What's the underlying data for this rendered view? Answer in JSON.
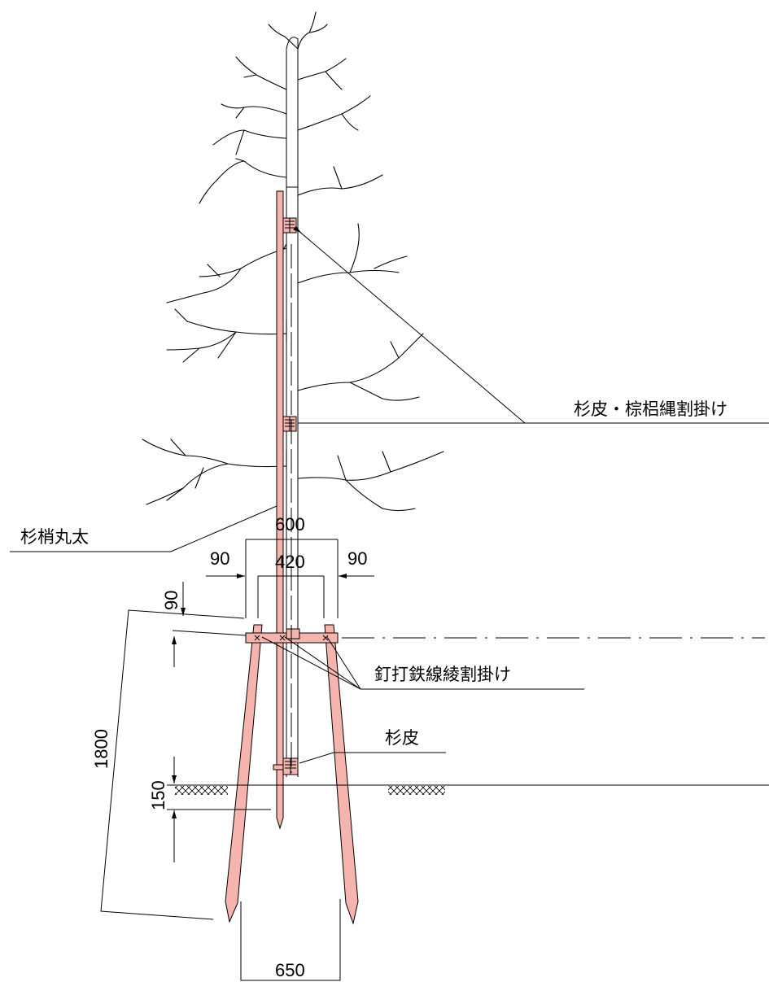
{
  "labels": {
    "sugi_kawa_shuro": "杉皮・棕梠縄割掛け",
    "sugi_kozue_maruta": "杉梢丸太",
    "kugiuchi": "釘打鉄線綾割掛け",
    "sugi_kawa": "杉皮"
  },
  "dimensions": {
    "d600": "600",
    "d420": "420",
    "d90_left": "90",
    "d90_right": "90",
    "d90_vertical": "90",
    "d1800": "1800",
    "d150": "150",
    "d650": "650"
  },
  "colors": {
    "stake_fill": "#f5b4ae",
    "line": "#000000"
  }
}
